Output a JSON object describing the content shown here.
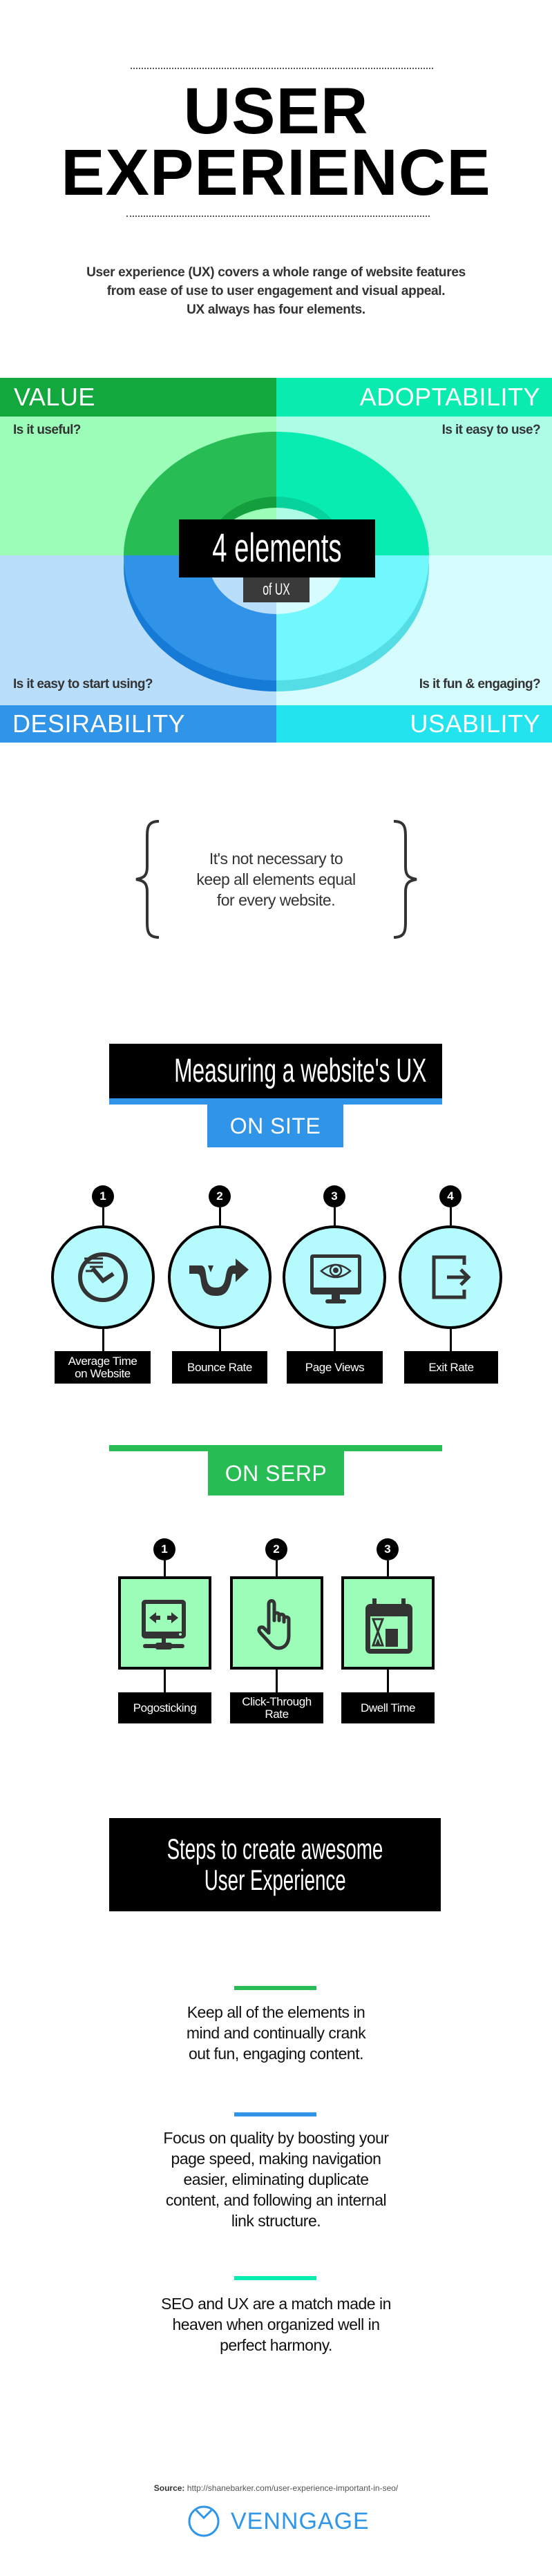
{
  "header": {
    "title_line1": "USER",
    "title_line2": "EXPERIENCE",
    "intro_lines": [
      "User experience (UX) covers a whole range of website features",
      "from ease of use to user engagement and visual appeal.",
      "UX always has four elements."
    ]
  },
  "elements": {
    "center_title": "4 elements",
    "center_subtitle": "of UX",
    "quadrants": [
      {
        "label": "VALUE",
        "question": "Is it useful?",
        "band_color": "#13a83e",
        "bg_color": "#9bfdb8",
        "ring_color": "#28bc55",
        "shadow_color": "#13a03c"
      },
      {
        "label": "ADOPTABILITY",
        "question": "Is it easy to use?",
        "band_color": "#0aebb0",
        "bg_color": "#adfde6",
        "ring_color": "#09ecb1",
        "shadow_color": "#06d39c"
      },
      {
        "label": "DESIRABILITY",
        "question": "Is it easy to start using?",
        "band_color": "#3094e8",
        "bg_color": "#b9defb",
        "ring_color": "#3093e8",
        "shadow_color": "#167bd6"
      },
      {
        "label": "USABILITY",
        "question": "Is it fun & engaging?",
        "band_color": "#22e3ee",
        "bg_color": "#d7fcfe",
        "ring_color": "#70f8fd",
        "shadow_color": "#55dde6"
      }
    ]
  },
  "note": {
    "lines": [
      "It's not necessary to",
      "keep all elements equal",
      "for every website."
    ]
  },
  "measuring": {
    "title": "Measuring a website's UX",
    "on_site": {
      "tag": "ON SITE",
      "accent": "#3094e8",
      "items": [
        {
          "number": "1",
          "label_lines": [
            "Average Time",
            "on Website"
          ],
          "icon": "clock-icon"
        },
        {
          "number": "2",
          "label_lines": [
            "Bounce Rate"
          ],
          "icon": "bounce-arrow-icon"
        },
        {
          "number": "3",
          "label_lines": [
            "Page Views"
          ],
          "icon": "monitor-eye-icon"
        },
        {
          "number": "4",
          "label_lines": [
            "Exit Rate"
          ],
          "icon": "exit-door-icon"
        }
      ]
    },
    "on_serp": {
      "tag": "ON SERP",
      "accent": "#27bd54",
      "items": [
        {
          "number": "1",
          "label_lines": [
            "Pogosticking"
          ],
          "icon": "monitor-arrows-icon"
        },
        {
          "number": "2",
          "label_lines": [
            "Click-Through",
            "Rate"
          ],
          "icon": "pointer-hand-icon"
        },
        {
          "number": "3",
          "label_lines": [
            "Dwell Time"
          ],
          "icon": "calendar-hourglass-icon"
        }
      ]
    }
  },
  "steps": {
    "title_lines": [
      "Steps to create awesome",
      "User Experience"
    ],
    "items": [
      {
        "color": "#27bd54",
        "lines": [
          "Keep all of the elements in",
          "mind and continually crank",
          "out fun, engaging content."
        ]
      },
      {
        "color": "#3094e8",
        "lines": [
          "Focus on quality by boosting your",
          "page speed, making navigation",
          "easier, eliminating duplicate",
          "content, and following an internal",
          "link structure."
        ]
      },
      {
        "color": "#0aebb0",
        "lines": [
          "SEO and UX are a match made in",
          "heaven when organized well in",
          "perfect harmony."
        ]
      }
    ]
  },
  "footer": {
    "source_label": "Source:",
    "source_url": "http://shanebarker.com/user-experience-important-in-seo/",
    "brand": "VENNGAGE",
    "brand_color": "#2f96e8"
  }
}
